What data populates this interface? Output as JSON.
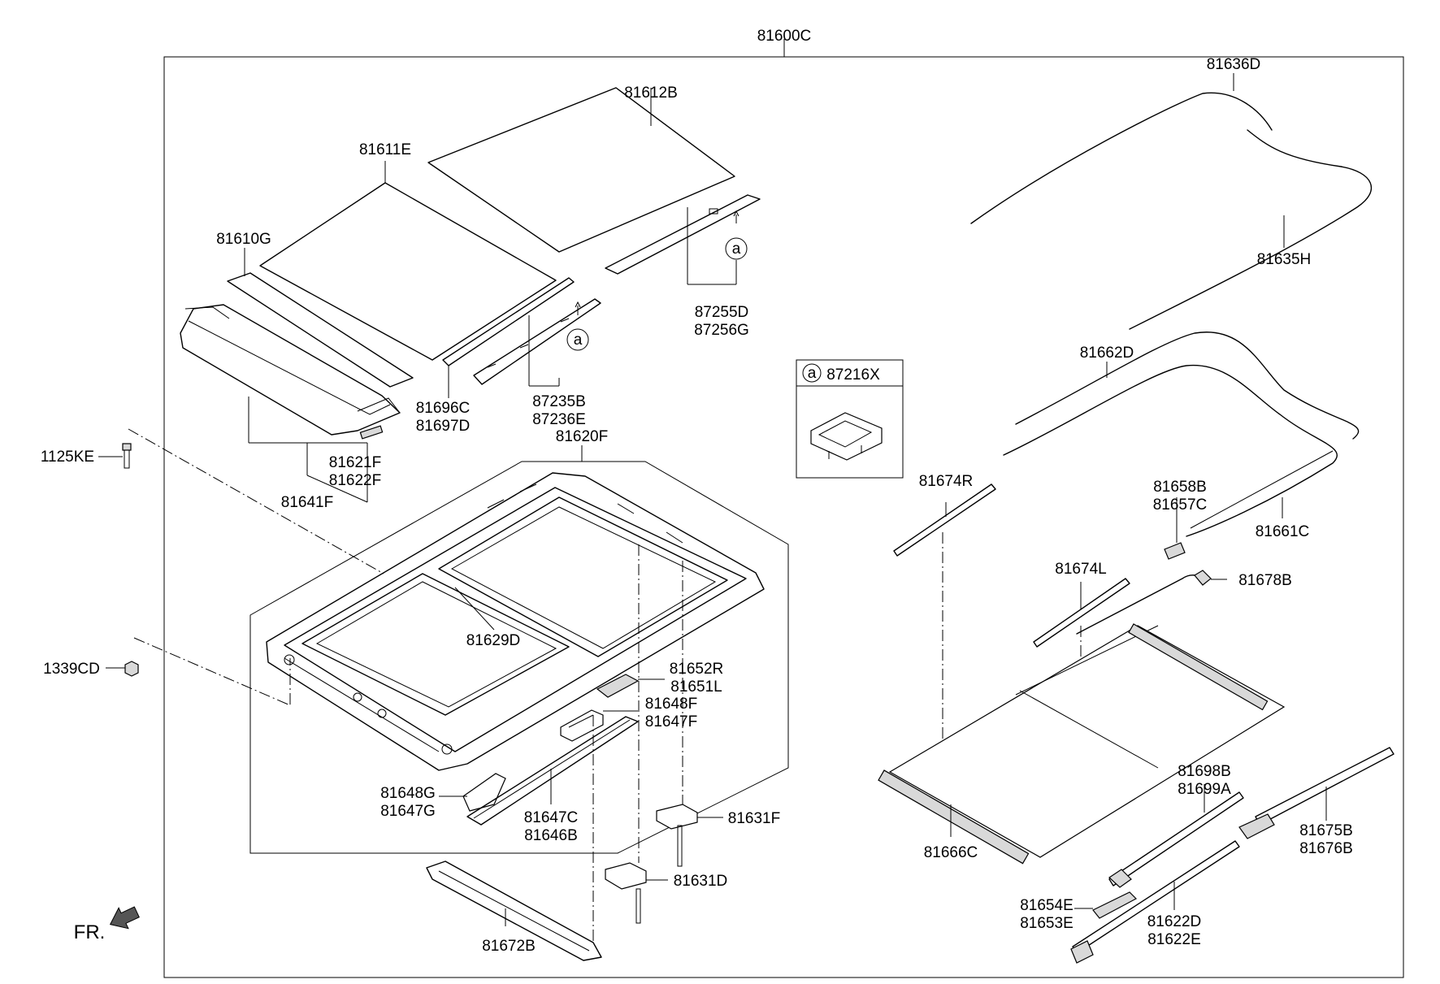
{
  "diagram": {
    "assembly_label": "81600C",
    "front_marker": "FR.",
    "callout_symbol": "a",
    "callout_box": {
      "symbol": "a",
      "part": "87216X"
    },
    "labels": {
      "l81612B": "81612B",
      "l81611E": "81611E",
      "l81610G": "81610G",
      "l81696C": "81696C",
      "l81697D": "81697D",
      "l87235B": "87235B",
      "l87236E": "87236E",
      "l87255D": "87255D",
      "l87256G": "87256G",
      "l81621F": "81621F",
      "l81622F": "81622F",
      "l81641F": "81641F",
      "l81620F": "81620F",
      "l1125KE": "1125KE",
      "l1339CD": "1339CD",
      "l81629D": "81629D",
      "l81652R": "81652R",
      "l81651L": "81651L",
      "l81648F": "81648F",
      "l81647F": "81647F",
      "l81648G": "81648G",
      "l81647G": "81647G",
      "l81647C": "81647C",
      "l81646B": "81646B",
      "l81631F": "81631F",
      "l81631D": "81631D",
      "l81672B": "81672B",
      "l81636D": "81636D",
      "l81635H": "81635H",
      "l81662D": "81662D",
      "l81674R": "81674R",
      "l81658B": "81658B",
      "l81657C": "81657C",
      "l81661C": "81661C",
      "l81674L": "81674L",
      "l81678B": "81678B",
      "l81698B": "81698B",
      "l81699A": "81699A",
      "l81666C": "81666C",
      "l81675B": "81675B",
      "l81676B": "81676B",
      "l81654E": "81654E",
      "l81653E": "81653E",
      "l81622D": "81622D",
      "l81622E": "81622E"
    }
  }
}
